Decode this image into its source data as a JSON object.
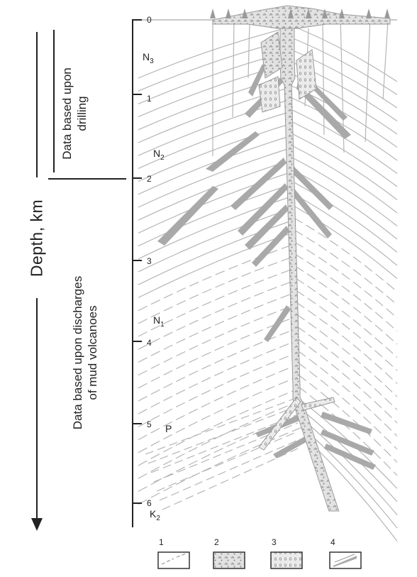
{
  "axis": {
    "title": "Depth, km",
    "ticks": [
      "0",
      "1",
      "2",
      "3",
      "4",
      "5",
      "6"
    ]
  },
  "sections": [
    {
      "line1": "Data based upon",
      "line2": "drilling"
    },
    {
      "line1": "Data based upon discharges",
      "line2": "of mud volcanoes"
    }
  ],
  "ages": [
    {
      "base": "N",
      "sub": "3"
    },
    {
      "base": "N",
      "sub": "2"
    },
    {
      "base": "N",
      "sub": "1"
    },
    {
      "base": "P",
      "sub": ""
    },
    {
      "base": "K",
      "sub": "2"
    }
  ],
  "legend": [
    {
      "num": "1"
    },
    {
      "num": "2"
    },
    {
      "num": "3"
    },
    {
      "num": "4"
    }
  ],
  "colors": {
    "structure": "#b5b5b5",
    "fill": "#a9a9a9",
    "breccia": "#dcdcdc",
    "axis": "#222222"
  }
}
